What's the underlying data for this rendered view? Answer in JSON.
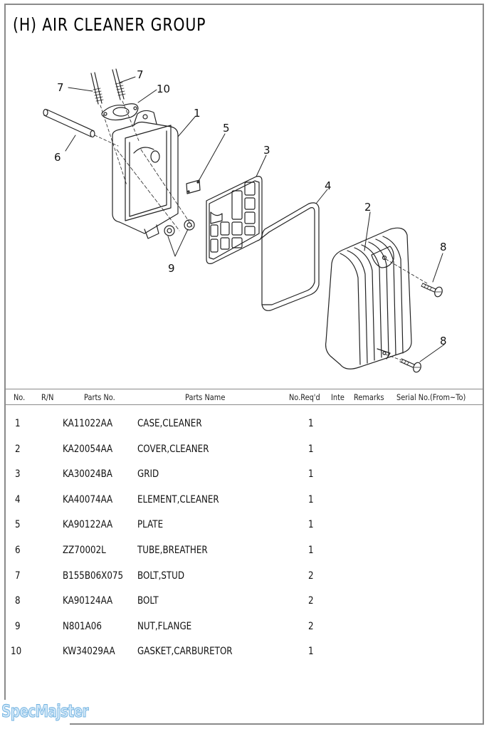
{
  "page": {
    "title": "(H) AIR CLEANER GROUP",
    "watermark": "SpecMajster"
  },
  "diagram": {
    "callouts": [
      "7",
      "7",
      "10",
      "1",
      "5",
      "3",
      "6",
      "4",
      "2",
      "8",
      "8",
      "9"
    ]
  },
  "table": {
    "headers": {
      "no": "No.",
      "rn": "R/N",
      "parts_no": "Parts No.",
      "parts_name": "Parts Name",
      "no_reqd": "No.Req'd",
      "inte": "Inte",
      "remarks": "Remarks",
      "serial": "Serial No.(From~To)"
    },
    "rows": [
      {
        "no": "1",
        "rn": "",
        "parts_no": "KA11022AA",
        "parts_name": "CASE,CLEANER",
        "qty": "1",
        "inte": "",
        "remarks": "",
        "serial": ""
      },
      {
        "no": "2",
        "rn": "",
        "parts_no": "KA20054AA",
        "parts_name": "COVER,CLEANER",
        "qty": "1",
        "inte": "",
        "remarks": "",
        "serial": ""
      },
      {
        "no": "3",
        "rn": "",
        "parts_no": "KA30024BA",
        "parts_name": "GRID",
        "qty": "1",
        "inte": "",
        "remarks": "",
        "serial": ""
      },
      {
        "no": "4",
        "rn": "",
        "parts_no": "KA40074AA",
        "parts_name": "ELEMENT,CLEANER",
        "qty": "1",
        "inte": "",
        "remarks": "",
        "serial": ""
      },
      {
        "no": "5",
        "rn": "",
        "parts_no": "KA90122AA",
        "parts_name": "PLATE",
        "qty": "1",
        "inte": "",
        "remarks": "",
        "serial": ""
      },
      {
        "no": "6",
        "rn": "",
        "parts_no": "ZZ70002L",
        "parts_name": "TUBE,BREATHER",
        "qty": "1",
        "inte": "",
        "remarks": "",
        "serial": ""
      },
      {
        "no": "7",
        "rn": "",
        "parts_no": "B155B06X075",
        "parts_name": "BOLT,STUD",
        "qty": "2",
        "inte": "",
        "remarks": "",
        "serial": ""
      },
      {
        "no": "8",
        "rn": "",
        "parts_no": "KA90124AA",
        "parts_name": "BOLT",
        "qty": "2",
        "inte": "",
        "remarks": "",
        "serial": ""
      },
      {
        "no": "9",
        "rn": "",
        "parts_no": "N801A06",
        "parts_name": "NUT,FLANGE",
        "qty": "2",
        "inte": "",
        "remarks": "",
        "serial": ""
      },
      {
        "no": "10",
        "rn": "",
        "parts_no": "KW34029AA",
        "parts_name": "GASKET,CARBURETOR",
        "qty": "1",
        "inte": "",
        "remarks": "",
        "serial": ""
      }
    ]
  }
}
